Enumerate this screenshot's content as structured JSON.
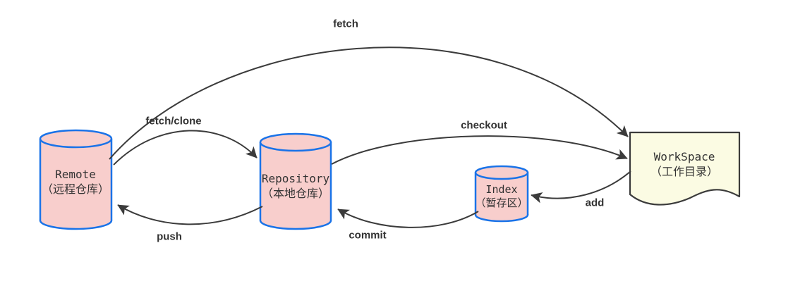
{
  "diagram": {
    "type": "flow-diagram",
    "topic": "git-workflow",
    "nodes": [
      {
        "id": "remote",
        "shape": "cylinder",
        "label": "Remote",
        "sublabel": "（远程仓库）"
      },
      {
        "id": "repository",
        "shape": "cylinder",
        "label": "Repository",
        "sublabel": "（本地仓库）"
      },
      {
        "id": "index",
        "shape": "cylinder",
        "label": "Index",
        "sublabel": "（暂存区）"
      },
      {
        "id": "workspace",
        "shape": "document",
        "label": "WorkSpace",
        "sublabel": "（工作目录）"
      }
    ],
    "edges": [
      {
        "label": "fetch",
        "from": "remote",
        "to": "workspace"
      },
      {
        "label": "fetch/clone",
        "from": "remote",
        "to": "repository"
      },
      {
        "label": "checkout",
        "from": "repository",
        "to": "workspace"
      },
      {
        "label": "add",
        "from": "workspace",
        "to": "index"
      },
      {
        "label": "commit",
        "from": "index",
        "to": "repository"
      },
      {
        "label": "push",
        "from": "repository",
        "to": "remote"
      }
    ],
    "colors": {
      "cylinder_fill": "#F8CECC",
      "cylinder_stroke": "#1A73E8",
      "document_fill": "#FBFBE3",
      "document_stroke": "#3B3B3B",
      "edge_stroke": "#3B3B3B",
      "label_text": "#333333"
    }
  }
}
